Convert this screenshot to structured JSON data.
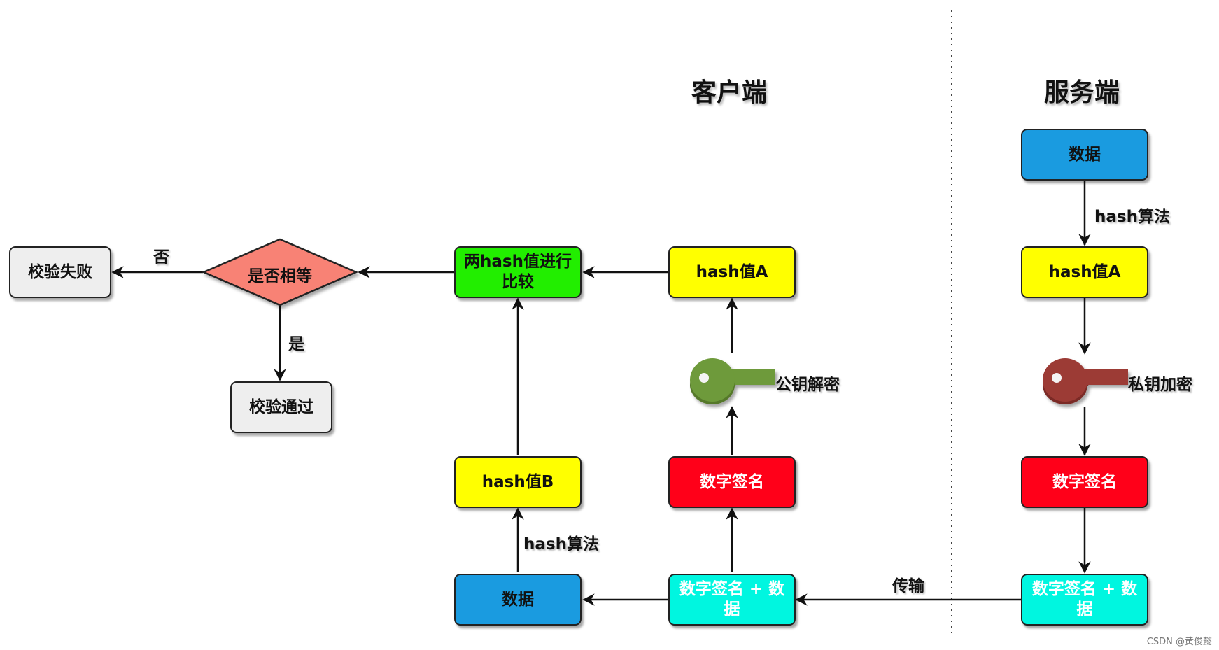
{
  "titles": {
    "client": "客户端",
    "server": "服务端"
  },
  "colors": {
    "blue": "#1a9be0",
    "yellow": "#ffff00",
    "red": "#ff0019",
    "cyan": "#00f6e0",
    "green": "#22ee00",
    "gray": "#eeeeee",
    "diamond": "#f88275",
    "key_green": "#6e9a3a",
    "key_red": "#9c3a35"
  },
  "server": {
    "data": "数据",
    "hash_algo_label": "hash算法",
    "hash_a": "hash值A",
    "key_label": "私钥加密",
    "signature": "数字签名",
    "sig_plus_data": "数字签名 + 数据"
  },
  "transfer_label": "传输",
  "client": {
    "sig_plus_data": "数字签名 + 数据",
    "signature": "数字签名",
    "key_label": "公钥解密",
    "hash_a": "hash值A",
    "data": "数据",
    "hash_algo_label": "hash算法",
    "hash_b": "hash值B",
    "compare": "两hash值进行比较",
    "decision": "是否相等",
    "no_label": "否",
    "yes_label": "是",
    "fail": "校验失败",
    "pass": "校验通过"
  },
  "watermark": "CSDN @黄俊懿"
}
